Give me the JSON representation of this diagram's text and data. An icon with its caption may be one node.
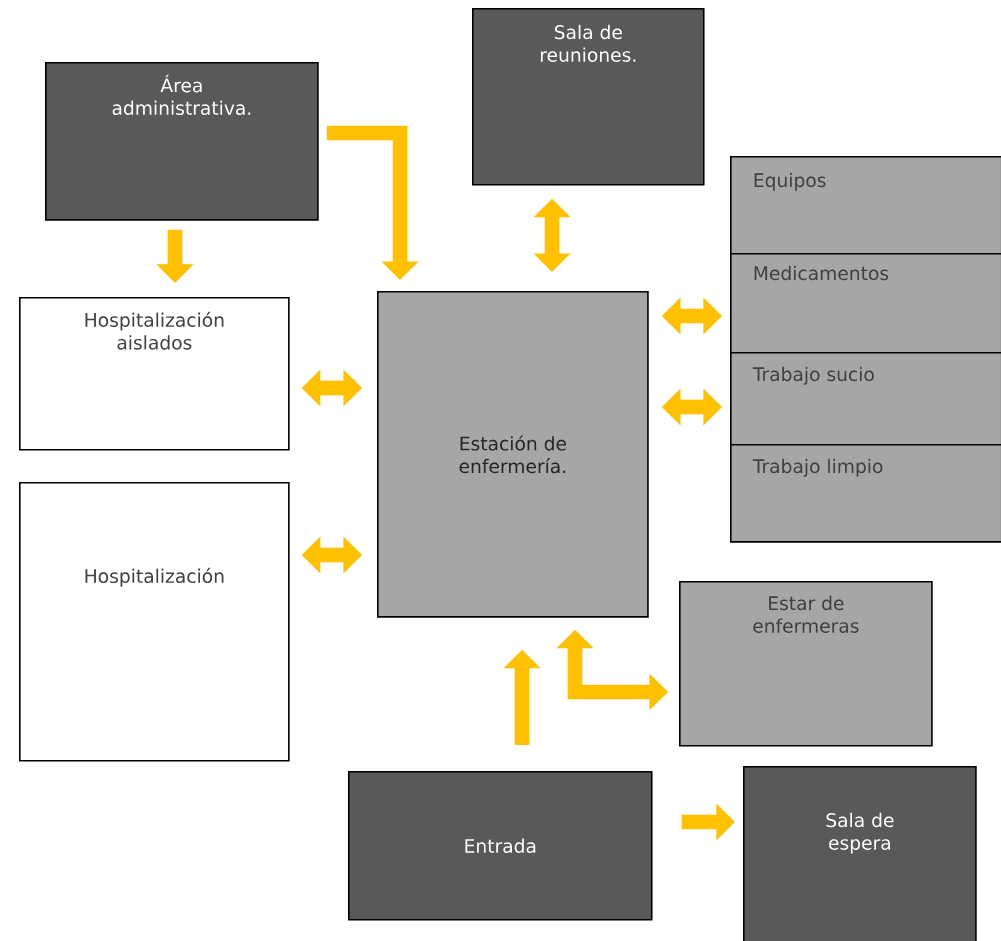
{
  "diagram": {
    "nodes": [
      {
        "text": [
          "Área administrativa."
        ]
      },
      {
        "text": [
          "Sala de reuniones."
        ]
      },
      {
        "text": [
          "Equipos"
        ]
      },
      {
        "text": [
          "Medicamentos"
        ]
      },
      {
        "text": [
          "Trabajo sucio"
        ]
      },
      {
        "text": [
          "Trabajo limpio"
        ]
      },
      {
        "text": [
          "Hospitalización aislados"
        ]
      },
      {
        "text": [
          "Estación de enfermería."
        ]
      },
      {
        "text": [
          "Hospitalización"
        ]
      },
      {
        "text": [
          "Estar de enfermeras"
        ]
      },
      {
        "text": [
          "Entrada"
        ]
      },
      {
        "text": [
          "Sala de espera"
        ]
      }
    ],
    "edges": [
      {
        "from": 0,
        "to": 6,
        "arrow": "to"
      },
      {
        "from": 0,
        "to": 7,
        "arrow": "to"
      },
      {
        "from": 1,
        "to": 7,
        "arrow": "both"
      },
      {
        "from": 7,
        "to": 3,
        "arrow": "both"
      },
      {
        "from": 7,
        "to": 4,
        "arrow": "both"
      },
      {
        "from": 6,
        "to": 7,
        "arrow": "both"
      },
      {
        "from": 8,
        "to": 7,
        "arrow": "both"
      },
      {
        "from": 10,
        "to": 7,
        "arrow": "to"
      },
      {
        "from": 7,
        "to": 9,
        "arrow": "both"
      },
      {
        "from": 10,
        "to": 11,
        "arrow": "to"
      }
    ]
  }
}
